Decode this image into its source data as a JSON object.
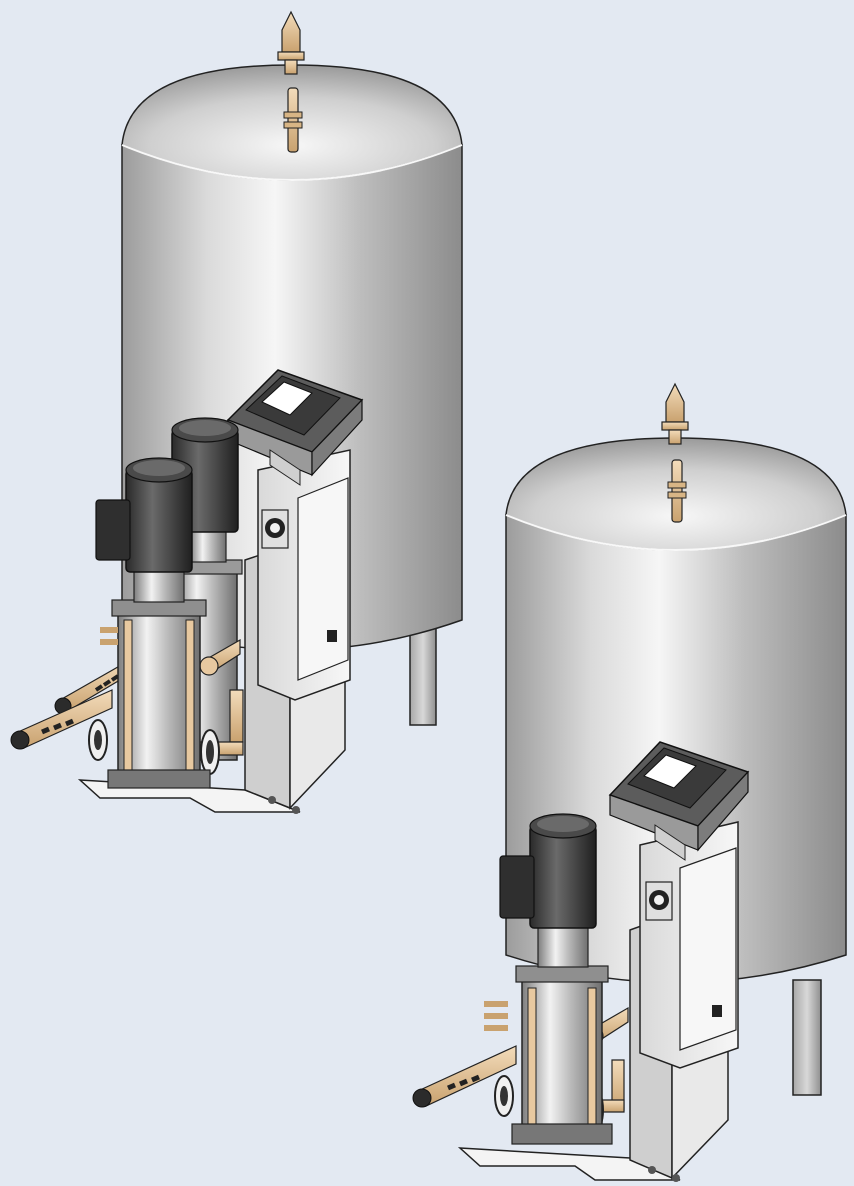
{
  "illustration": {
    "background_color": "#e3e9f2",
    "units": [
      {
        "id": "unit-large",
        "pumps": 2,
        "vessel": true,
        "control_panel": true
      },
      {
        "id": "unit-small",
        "pumps": 1,
        "vessel": true,
        "control_panel": true
      }
    ],
    "colors": {
      "steel_light": "#f4f4f4",
      "steel_mid": "#b9b9b9",
      "steel_dark": "#8a8a8a",
      "brass": "#e8c9a0",
      "brass_dark": "#c7a071",
      "motor_dark": "#3a3a3a",
      "panel_white": "#f2f2f2",
      "outline": "#111111"
    }
  }
}
